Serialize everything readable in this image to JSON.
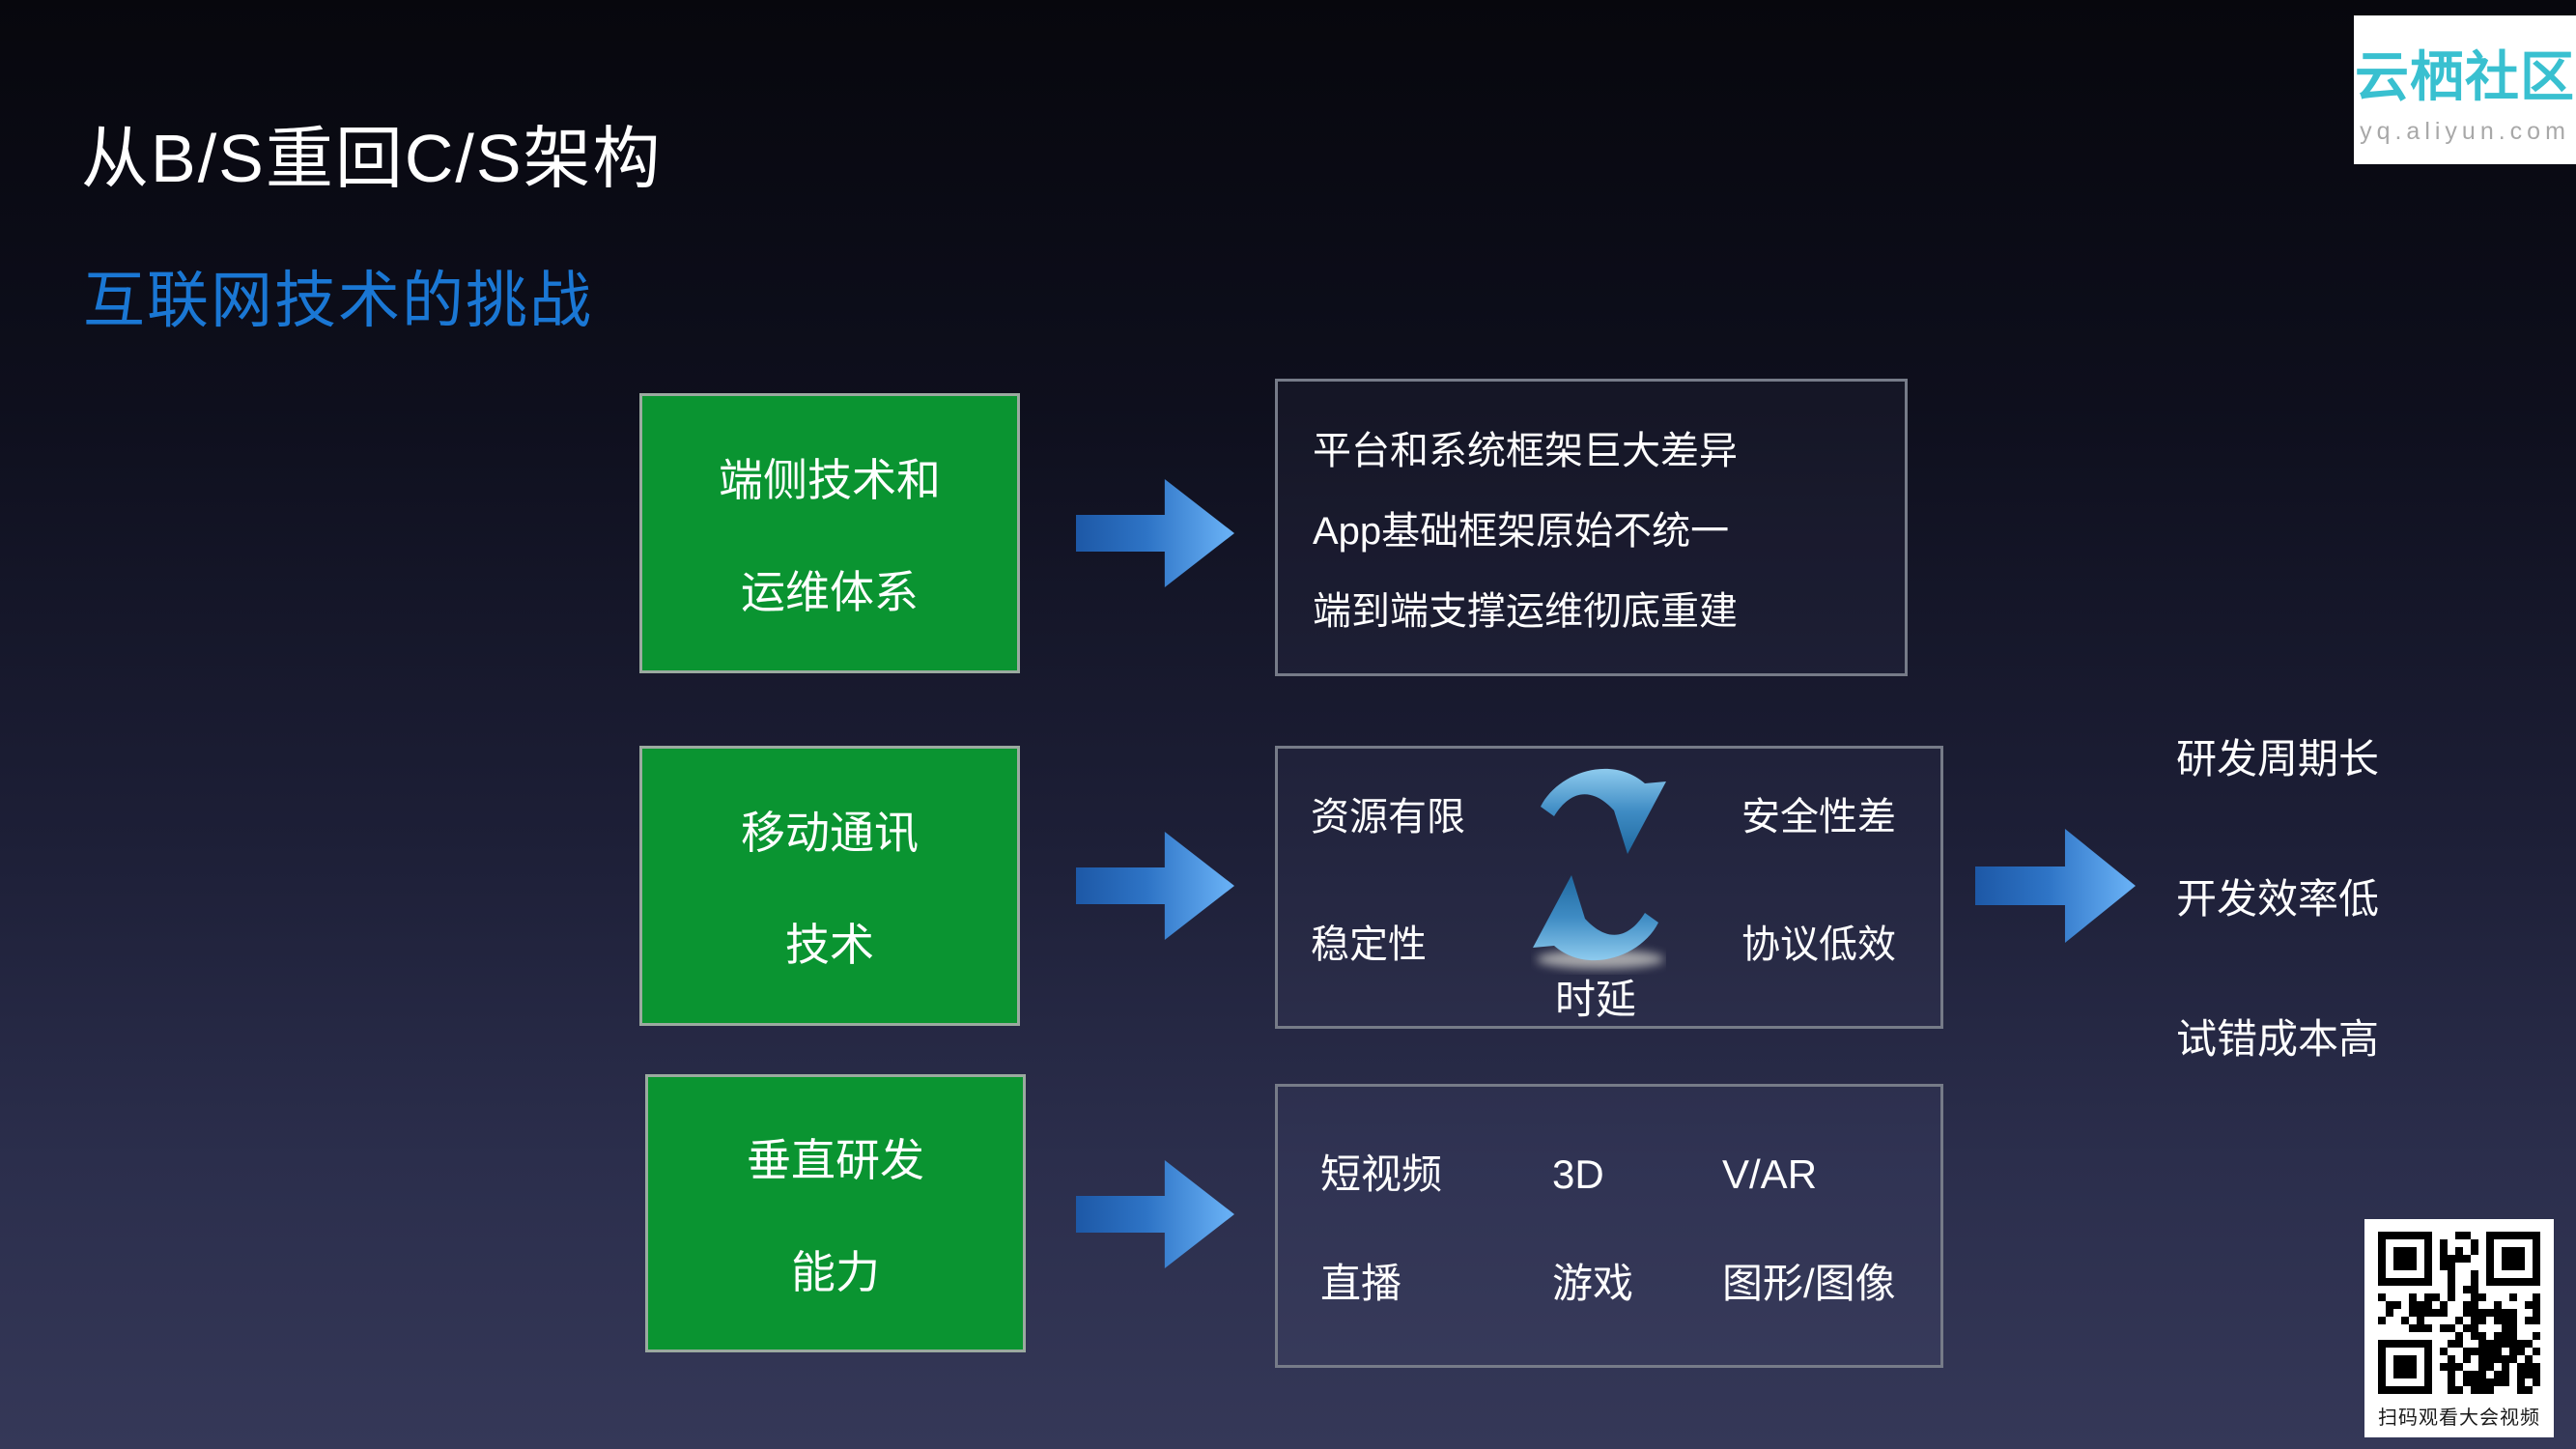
{
  "slide": {
    "title": "从B/S重回C/S架构",
    "subtitle": "互联网技术的挑战"
  },
  "logo": {
    "brand": "云栖社区",
    "url": "yq.aliyun.com"
  },
  "rows": [
    {
      "source_lines": [
        "端侧技术和",
        "运维体系"
      ],
      "points": [
        "平台和系统框架巨大差异",
        "App基础框架原始不统一",
        "端到端支撑运维彻底重建"
      ]
    },
    {
      "source_lines": [
        "移动通讯",
        "技术"
      ],
      "cycle": {
        "top_left": "资源有限",
        "top_right": "安全性差",
        "bottom_left": "稳定性",
        "bottom_right": "协议低效",
        "bottom_center": "时延"
      }
    },
    {
      "source_lines": [
        "垂直研发",
        "能力"
      ],
      "grid": [
        [
          "短视频",
          "3D",
          "V/AR"
        ],
        [
          "直播",
          "游戏",
          "图形/图像"
        ]
      ]
    }
  ],
  "outcomes": [
    "研发周期长",
    "开发效率低",
    "试错成本高"
  ],
  "qr": {
    "caption": "扫码观看大会视频"
  },
  "colors": {
    "background_top": "#07070d",
    "background_bottom": "#353858",
    "subtitle_blue": "#1a77d4",
    "box_green": "#0a9431",
    "arrow_blue_dark": "#1d58a6",
    "arrow_blue_light": "#66aef3",
    "logo_teal": "#39c0d0"
  }
}
